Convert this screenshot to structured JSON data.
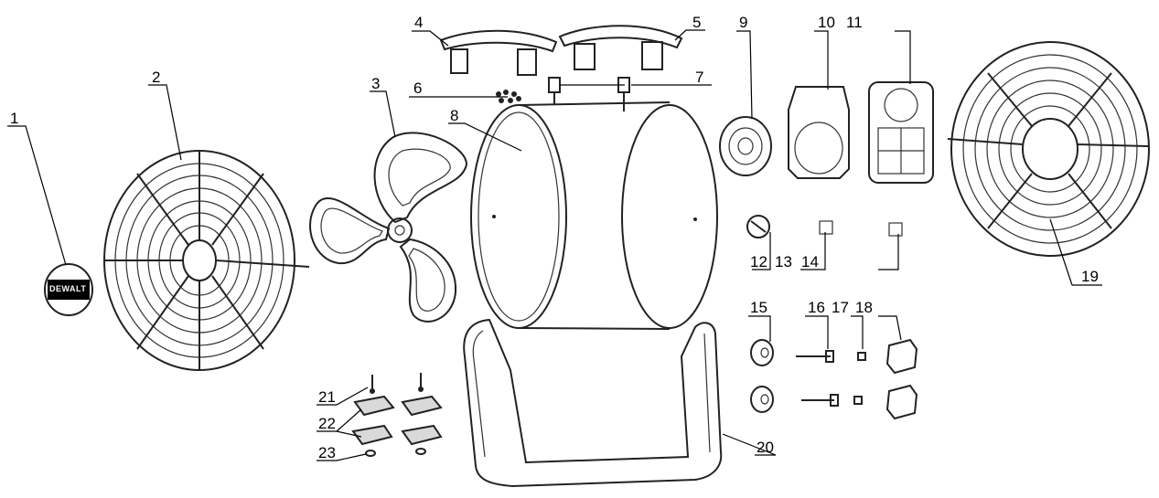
{
  "diagram": {
    "labels": [
      "1",
      "2",
      "3",
      "4",
      "5",
      "6",
      "7",
      "8",
      "9",
      "10",
      "11",
      "12",
      "13",
      "14",
      "15",
      "16",
      "17",
      "18",
      "19",
      "20",
      "21",
      "22",
      "23"
    ],
    "logo_text": "DEWALT"
  },
  "colors": {
    "line": "#000000",
    "paper": "#ffffff",
    "shade": "#d9d9d9"
  }
}
